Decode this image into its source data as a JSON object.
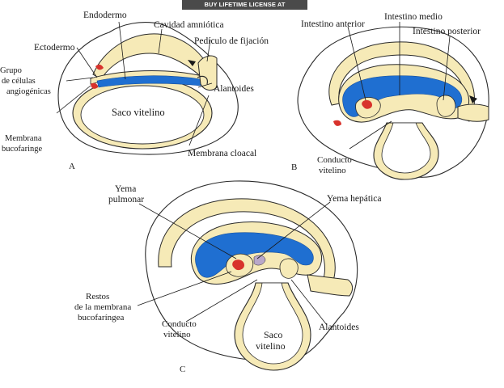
{
  "banner": "BUY LIFETIME LICENSE AT WWW.MIRILLIS.COM",
  "panels": {
    "a": {
      "letter": "A",
      "labels": {
        "endodermo": "Endodermo",
        "cavidad_amniotica": "Cavidad amniótica",
        "ectodermo": "Ectodermo",
        "pediculo": "Pedículo de fijación",
        "grupo_1": "Grupo",
        "grupo_2": "de células",
        "grupo_3": "angiogénicas",
        "alantoides": "Alantoides",
        "saco_vitelino": "Saco vitelino",
        "membrana_buco_1": "Membrana",
        "membrana_buco_2": "bucofaringe",
        "membrana_cloacal": "Membrana cloacal"
      }
    },
    "b": {
      "letter": "B",
      "labels": {
        "intestino_anterior": "Intestino anterior",
        "intestino_medio": "Intestino medio",
        "intestino_posterior": "Intestino posterior",
        "conducto_1": "Conducto",
        "conducto_2": "vitelino"
      }
    },
    "c": {
      "letter": "C",
      "labels": {
        "yema_pulmonar_1": "Yema",
        "yema_pulmonar_2": "pulmonar",
        "yema_hepatica": "Yema hepática",
        "restos_1": "Restos",
        "restos_2": "de la membrana",
        "restos_3": "bucofaríngea",
        "conducto_1": "Conducto",
        "conducto_2": "vitelino",
        "alantoides": "Alantoides",
        "saco_1": "Saco",
        "saco_2": "vitelino"
      }
    }
  },
  "colors": {
    "endoderm": "#1f6fd1",
    "tissue": "#f6eab7",
    "outline": "#2a2a2a",
    "vessel": "#d8322c"
  }
}
